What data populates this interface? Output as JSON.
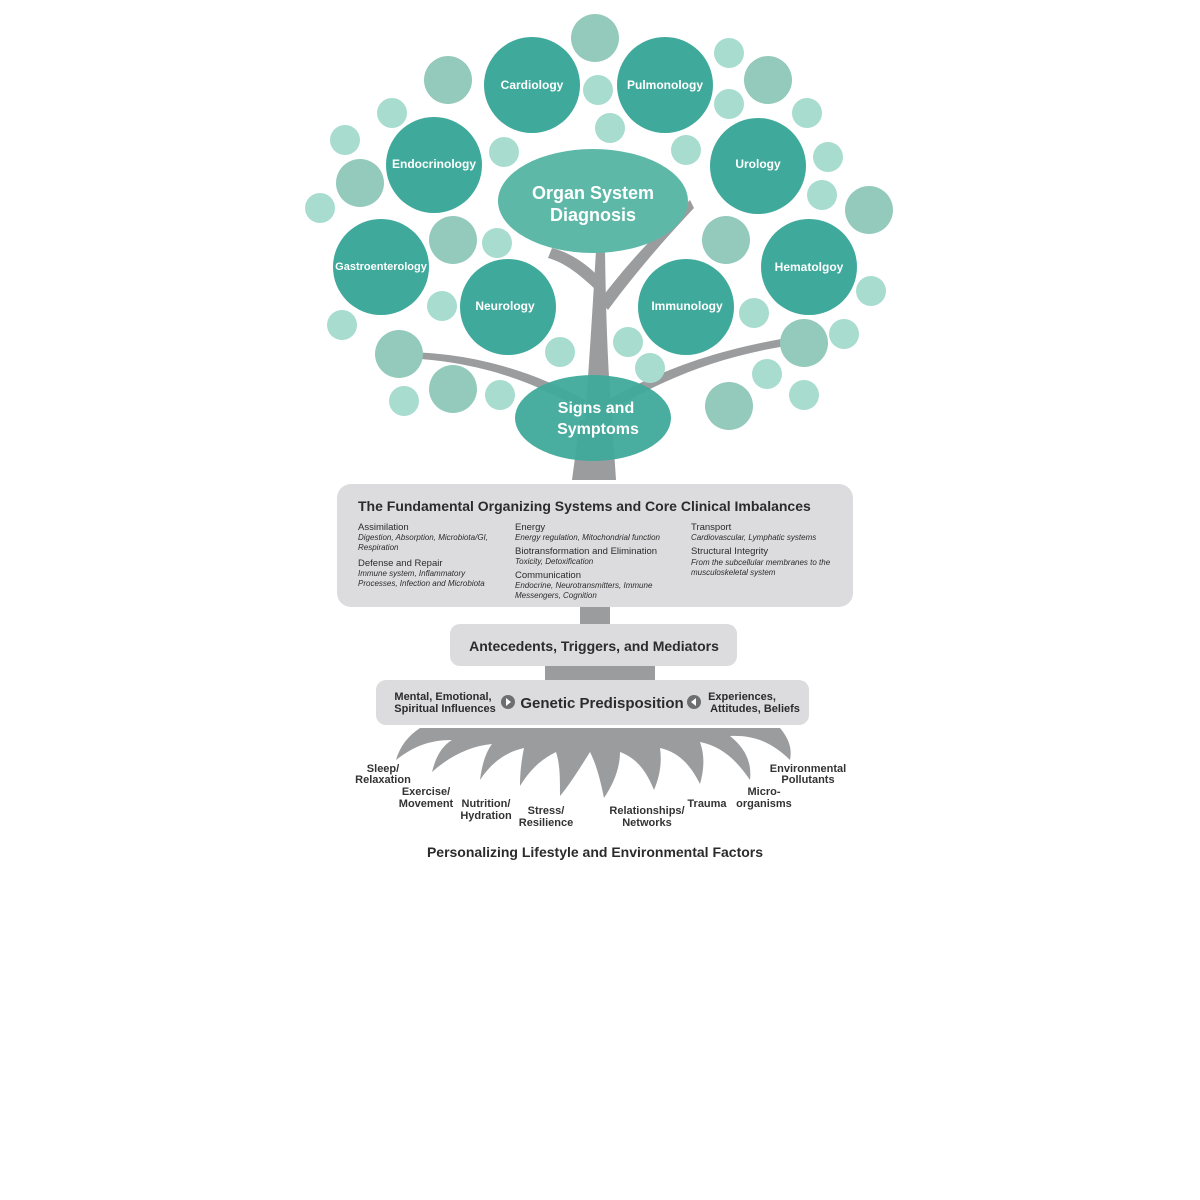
{
  "colors": {
    "primary_teal": "#3fa99b",
    "light_teal": "#8ccfc1",
    "pale_teal": "#a8dccf",
    "trunk_gray": "#9b9c9e",
    "box_gray": "#dcdcde",
    "text_dark": "#2b2b2b"
  },
  "organ_system": {
    "title_line1": "Organ System",
    "title_line2": "Diagnosis",
    "specialties": {
      "cardiology": "Cardiology",
      "pulmonology": "Pulmonology",
      "endocrinology": "Endocrinology",
      "urology": "Urology",
      "gastroenterology": "Gastroenterology",
      "hematology": "Hematolgoy",
      "neurology": "Neurology",
      "immunology": "Immunology"
    }
  },
  "signs": {
    "line1": "Signs and",
    "line2": "Symptoms"
  },
  "fundamental": {
    "title": "The Fundamental Organizing Systems and Core Clinical Imbalances",
    "assimilation": {
      "head": "Assimilation",
      "sub1": "Digestion, Absorption, Microbiota/GI,",
      "sub2": "Respiration"
    },
    "defense": {
      "head": "Defense and Repair",
      "sub1": "Immune system, Inflammatory",
      "sub2": "Processes, Infection and Microbiota"
    },
    "energy": {
      "head": "Energy",
      "sub1": "Energy regulation, Mitochondrial function"
    },
    "biotransformation": {
      "head": "Biotransformation and Elimination",
      "sub1": "Toxicity, Detoxification"
    },
    "communication": {
      "head": "Communication",
      "sub1": "Endocrine, Neurotransmitters, Immune",
      "sub2": "Messengers, Cognition"
    },
    "transport": {
      "head": "Transport",
      "sub1": "Cardiovascular, Lymphatic systems"
    },
    "structural": {
      "head": "Structural Integrity",
      "sub1": "From the subcellular membranes to the",
      "sub2": "musculoskeletal system"
    }
  },
  "antecedents": {
    "title": "Antecedents, Triggers, and Mediators"
  },
  "genetic": {
    "left_line1": "Mental, Emotional,",
    "left_line2": "Spiritual Influences",
    "center": "Genetic Predisposition",
    "right_line1": "Experiences,",
    "right_line2": "Attitudes, Beliefs"
  },
  "roots": {
    "sleep": {
      "l1": "Sleep/",
      "l2": "Relaxation"
    },
    "exercise": {
      "l1": "Exercise/",
      "l2": "Movement"
    },
    "nutrition": {
      "l1": "Nutrition/",
      "l2": "Hydration"
    },
    "stress": {
      "l1": "Stress/",
      "l2": "Resilience"
    },
    "relationships": {
      "l1": "Relationships/",
      "l2": "Networks"
    },
    "trauma": {
      "l1": "Trauma"
    },
    "micro": {
      "l1": "Micro-",
      "l2": "organisms"
    },
    "environmental": {
      "l1": "Environmental",
      "l2": "Pollutants"
    }
  },
  "footer": {
    "title": "Personalizing Lifestyle and Environmental Factors"
  }
}
